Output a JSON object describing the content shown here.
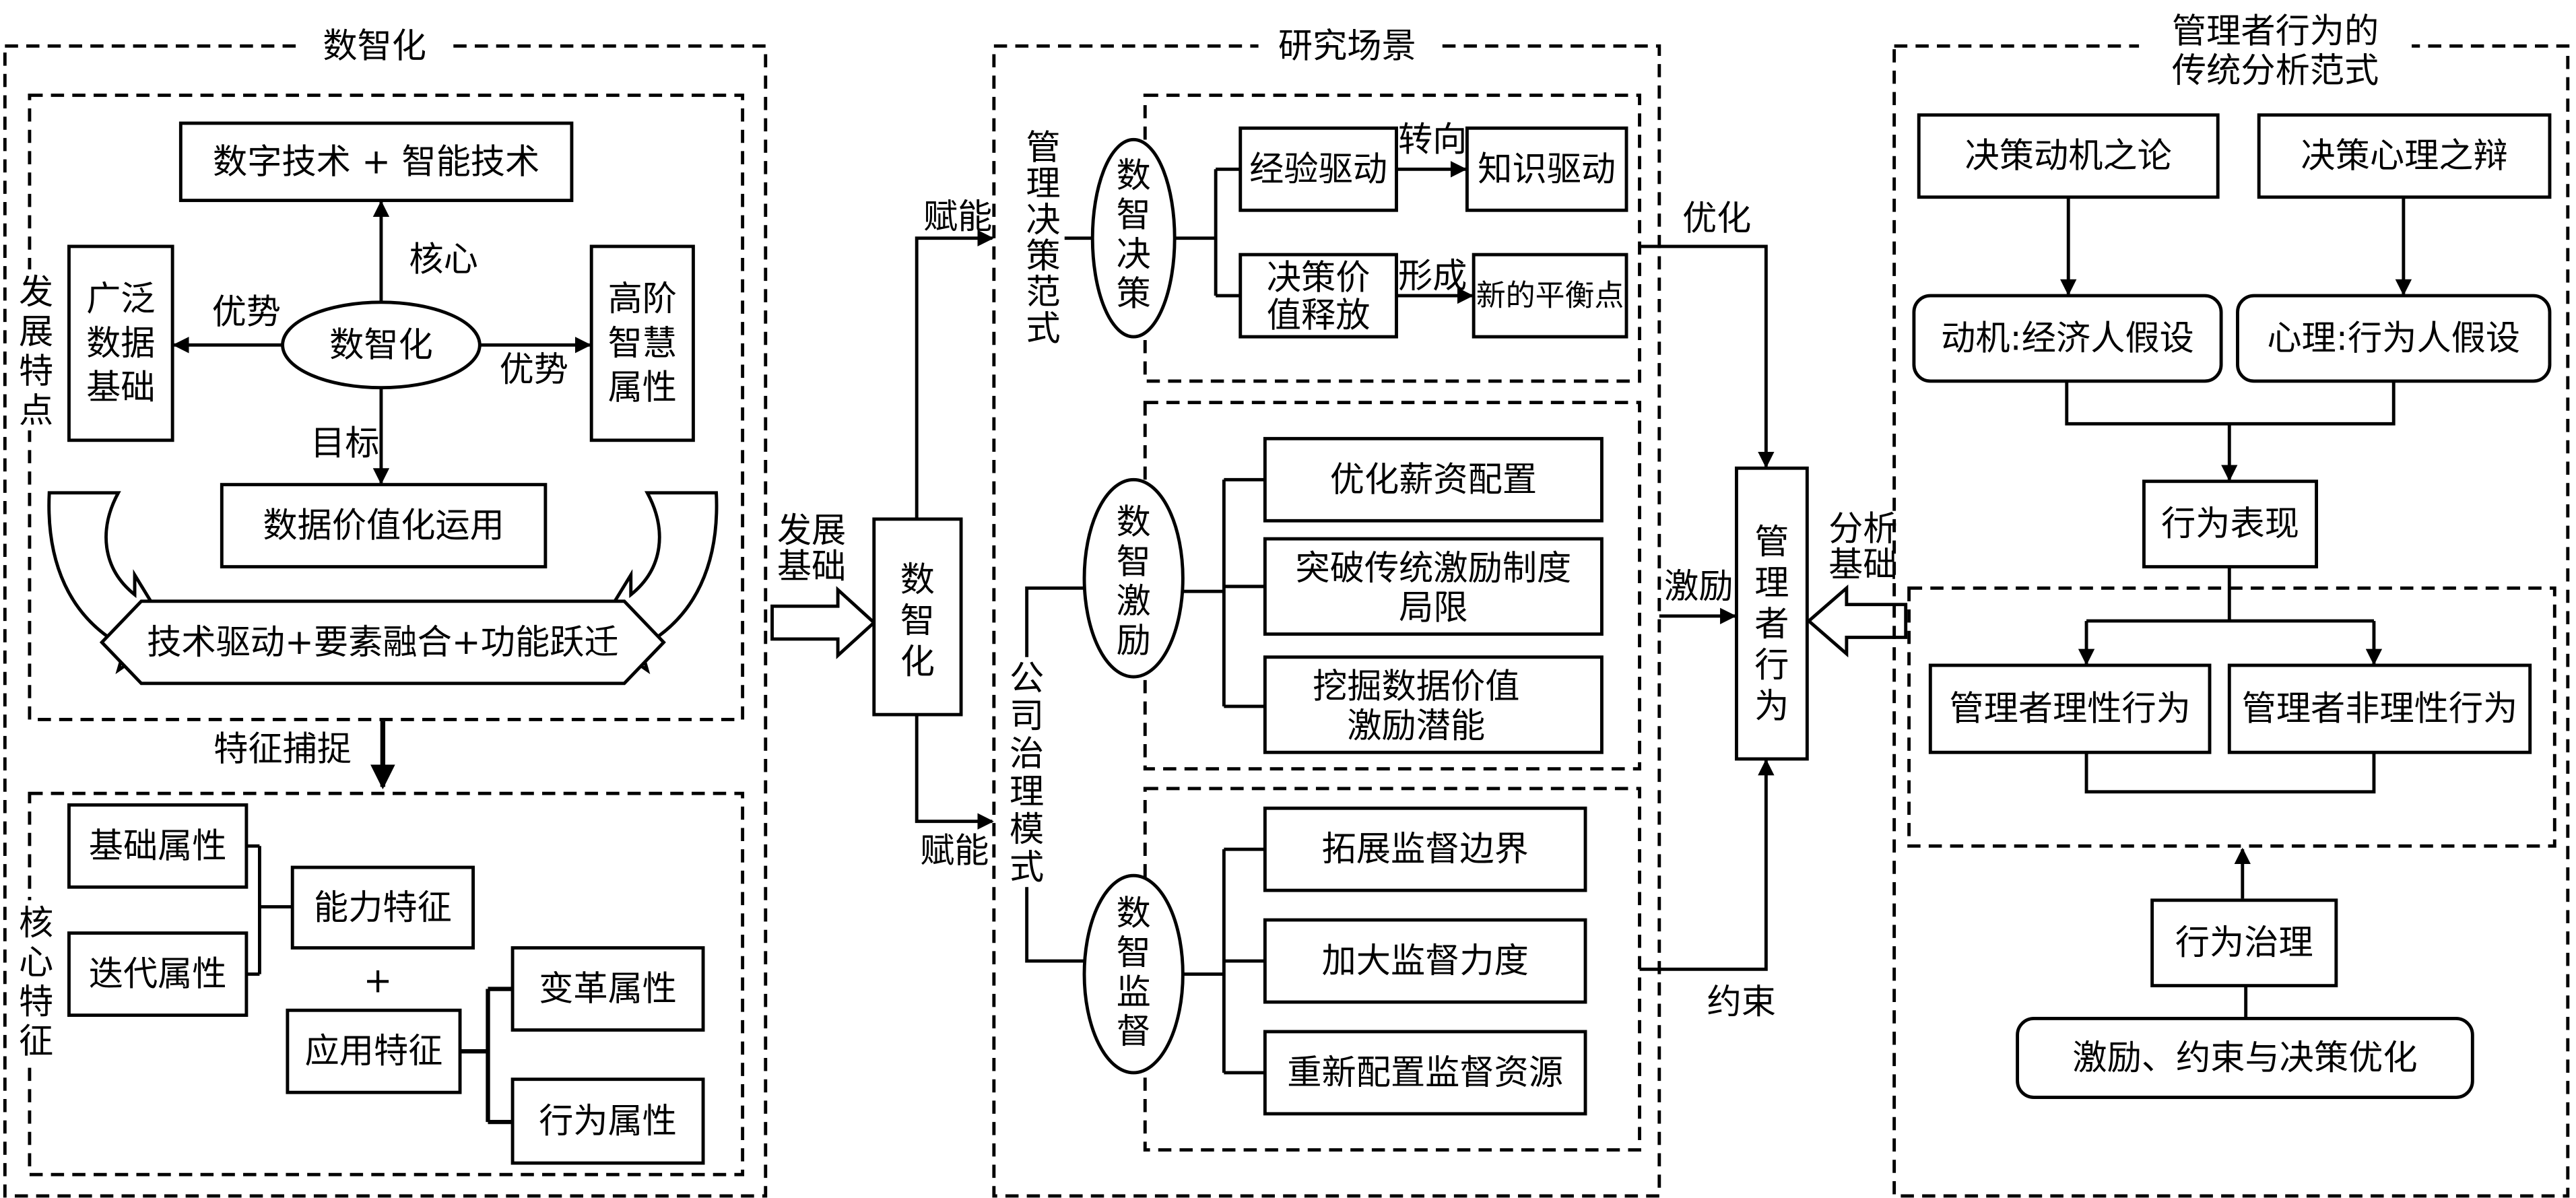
{
  "colors": {
    "line": "#000000",
    "background": "#ffffff"
  },
  "left": {
    "title": "数智化",
    "tech_box": "数字技术 + 智能技术",
    "core_label": "核心",
    "center": "数智化",
    "broad_lines": [
      "广泛",
      "数据",
      "基础"
    ],
    "advanced_lines": [
      "高阶",
      "智慧",
      "属性"
    ],
    "advantage_left": "优势",
    "advantage_right": "优势",
    "dev_label": "发展特点",
    "goal_label": "目标",
    "value_box": "数据价值化运用",
    "banner": "技术驱动+要素融合+功能跃迁",
    "capture_label": "特征捕捉",
    "core_features_label": "核心特征",
    "basic_attr": "基础属性",
    "iter_attr": "迭代属性",
    "capability": "能力特征",
    "plus": "+",
    "application": "应用特征",
    "change_attr": "变革属性",
    "behavior_attr": "行为属性"
  },
  "bridge": {
    "dev_basis_lines": [
      "发展",
      "基础"
    ],
    "box": "数智化",
    "empower_top": "赋能",
    "empower_bottom": "赋能"
  },
  "mid": {
    "title": "研究场景",
    "decision_paradigm": "管理决策范式",
    "governance_mode": "公司治理模式",
    "decision": {
      "ellipse": "数智决策",
      "experience": "经验驱动",
      "turn": "转向",
      "knowledge": "知识驱动",
      "release_lines": [
        "决策价",
        "值释放"
      ],
      "form": "形成",
      "balance": "新的平衡点"
    },
    "incentive": {
      "ellipse": "数智激励",
      "items": [
        {
          "lines": [
            "优化薪资配置"
          ]
        },
        {
          "lines": [
            "突破传统激励制度",
            "局限"
          ]
        },
        {
          "lines": [
            "挖掘数据价值",
            "激励潜能"
          ]
        }
      ]
    },
    "supervision": {
      "ellipse": "数智监督",
      "items": [
        "拓展监督边界",
        "加大监督力度",
        "重新配置监督资源"
      ]
    }
  },
  "link": {
    "optimize": "优化",
    "incentive": "激励",
    "constrain": "约束",
    "manager_box": "管理者行为",
    "analysis_basis_lines": [
      "分析",
      "基础"
    ]
  },
  "right": {
    "title_lines": [
      "管理者行为的",
      "传统分析范式"
    ],
    "motive": "决策动机之论",
    "psychology": "决策心理之辩",
    "motive_hypothesis": "动机:经济人假设",
    "psychology_hypothesis": "心理:行为人假设",
    "performance": "行为表现",
    "rational": "管理者理性行为",
    "irrational": "管理者非理性行为",
    "governance": "行为治理",
    "outcome": "激励、约束与决策优化"
  }
}
